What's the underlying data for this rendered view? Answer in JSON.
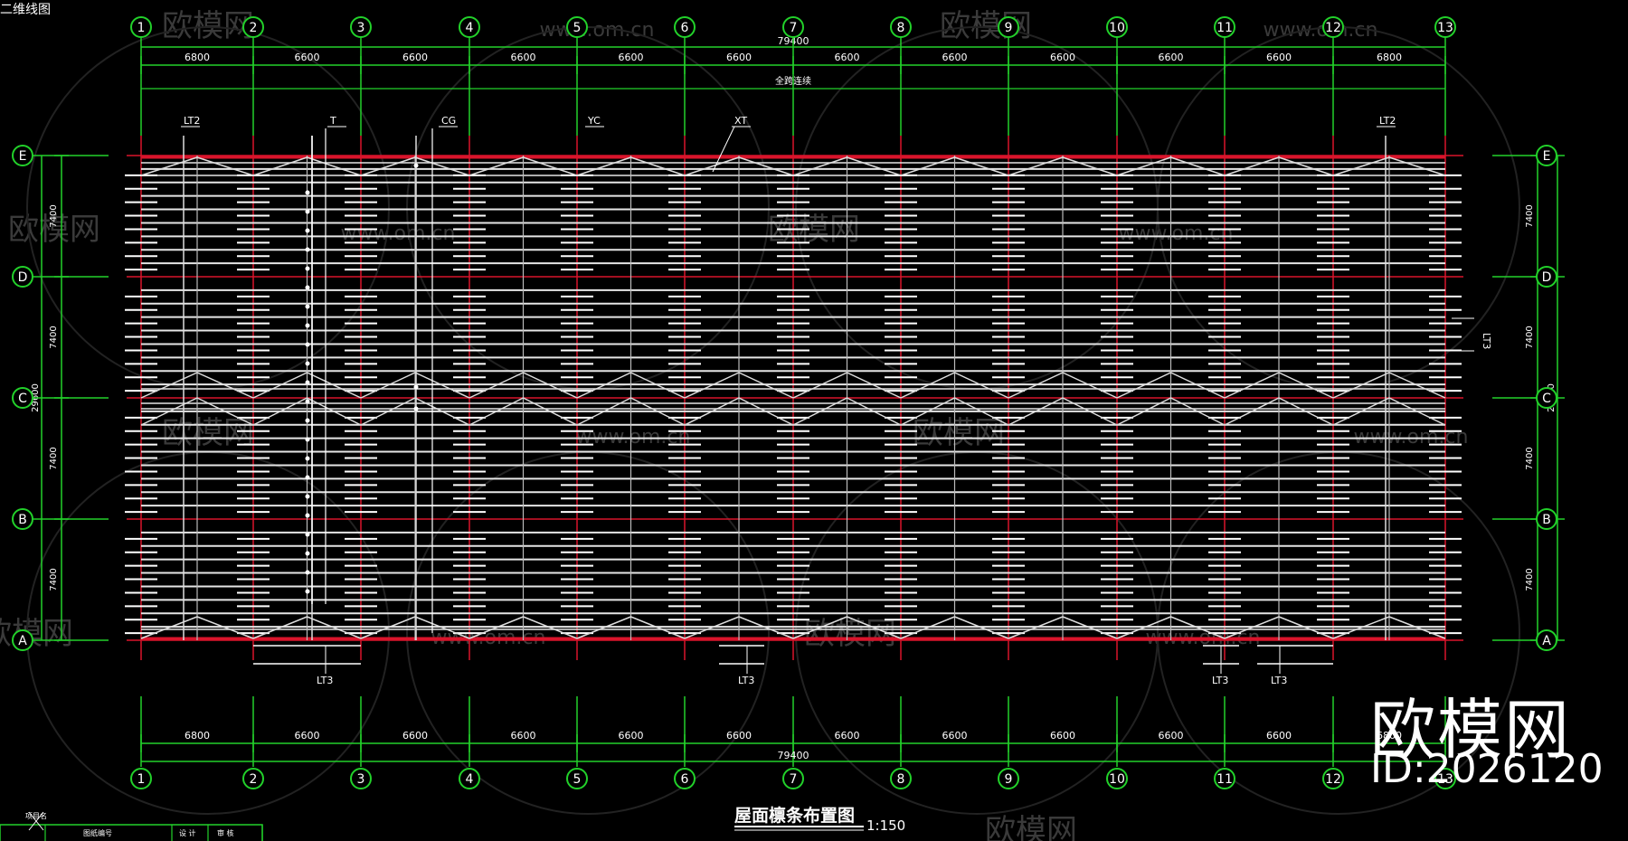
{
  "header_label": "二维线图",
  "title": "屋面檩条布置图",
  "scale": "1:150",
  "total_length": "79400",
  "total_width": "29600",
  "column_axes": [
    "1",
    "2",
    "3",
    "4",
    "5",
    "6",
    "7",
    "8",
    "9",
    "10",
    "11",
    "12",
    "13"
  ],
  "row_axes": [
    "E",
    "D",
    "C",
    "B",
    "A"
  ],
  "bay_spacings": [
    "6800",
    "6600",
    "6600",
    "6600",
    "6600",
    "6600",
    "6600",
    "6600",
    "6600",
    "6600",
    "6600",
    "6800"
  ],
  "row_spacings": [
    "7400",
    "7400",
    "7400",
    "7400"
  ],
  "center_note": "全跨连续",
  "member_tags": {
    "lt2_left": "LT2",
    "t": "T",
    "cg": "CG",
    "yc": "YC",
    "xt": "XT",
    "lt2_right": "LT2",
    "lt3_right_side": "LT3",
    "lt3_bottom_1": "LT3",
    "lt3_bottom_2": "LT3",
    "lt3_bottom_3": "LT3",
    "lt3_bottom_4": "LT3"
  },
  "title_block": {
    "label_1": "项目名",
    "label_2": "图纸编号",
    "label_3": "设 计",
    "label_4": "审 核"
  },
  "watermark": {
    "brand": "欧模网",
    "url": "www.om.cn"
  },
  "brand_id": "ID:2026120",
  "colors": {
    "grid_line": "#d9142b",
    "axis_green": "#22d12a",
    "purlin": "#e6e6e6",
    "text": "#ffffff"
  }
}
